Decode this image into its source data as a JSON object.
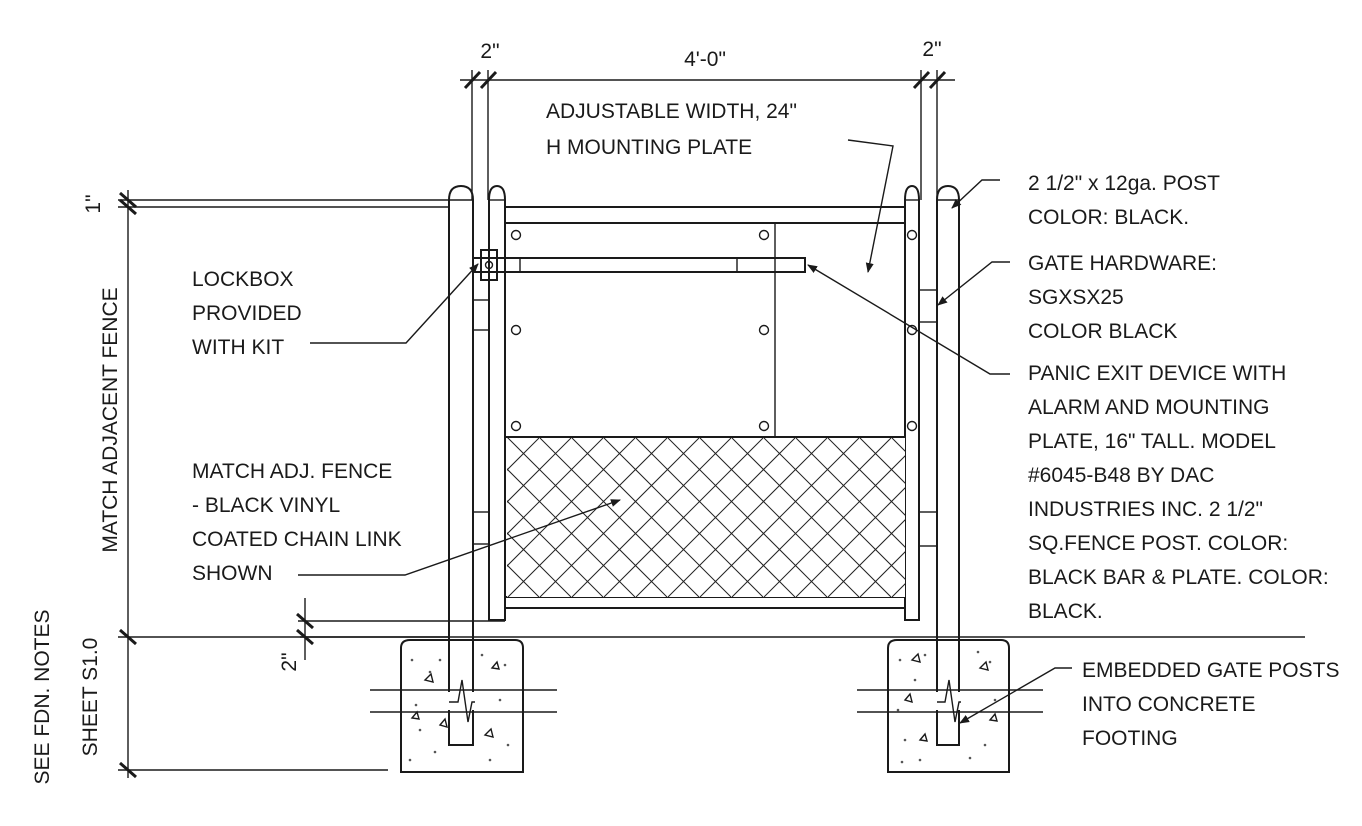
{
  "dimensions": {
    "left_post": "2\"",
    "gate_width": "4'-0\"",
    "right_post": "2\"",
    "top_offset": "1\"",
    "bottom_gap": "2\"",
    "height": "MATCH ADJACENT FENCE",
    "footing_ref": [
      "SEE FDN. NOTES",
      "SHEET S1.0"
    ]
  },
  "callouts": {
    "mounting_plate": [
      "ADJUSTABLE WIDTH, 24\"",
      "H MOUNTING PLATE"
    ],
    "post": [
      "2 1/2\" x 12ga. POST",
      "COLOR: BLACK."
    ],
    "lockbox": [
      "LOCKBOX",
      "PROVIDED",
      "WITH KIT"
    ],
    "hardware": [
      "GATE HARDWARE:",
      "SGXSX25",
      "COLOR BLACK"
    ],
    "panic_device": [
      "PANIC EXIT DEVICE WITH",
      "ALARM AND MOUNTING",
      "PLATE, 16\" TALL. MODEL",
      "#6045-B48 BY DAC",
      "INDUSTRIES INC.  2 1/2\"",
      "SQ.FENCE POST. COLOR:",
      "BLACK BAR & PLATE. COLOR:",
      "BLACK."
    ],
    "chain_link": [
      "MATCH ADJ. FENCE",
      "- BLACK VINYL",
      "COATED CHAIN LINK",
      "SHOWN"
    ],
    "embedded": [
      "EMBEDDED GATE POSTS",
      "INTO CONCRETE",
      "FOOTING"
    ]
  }
}
